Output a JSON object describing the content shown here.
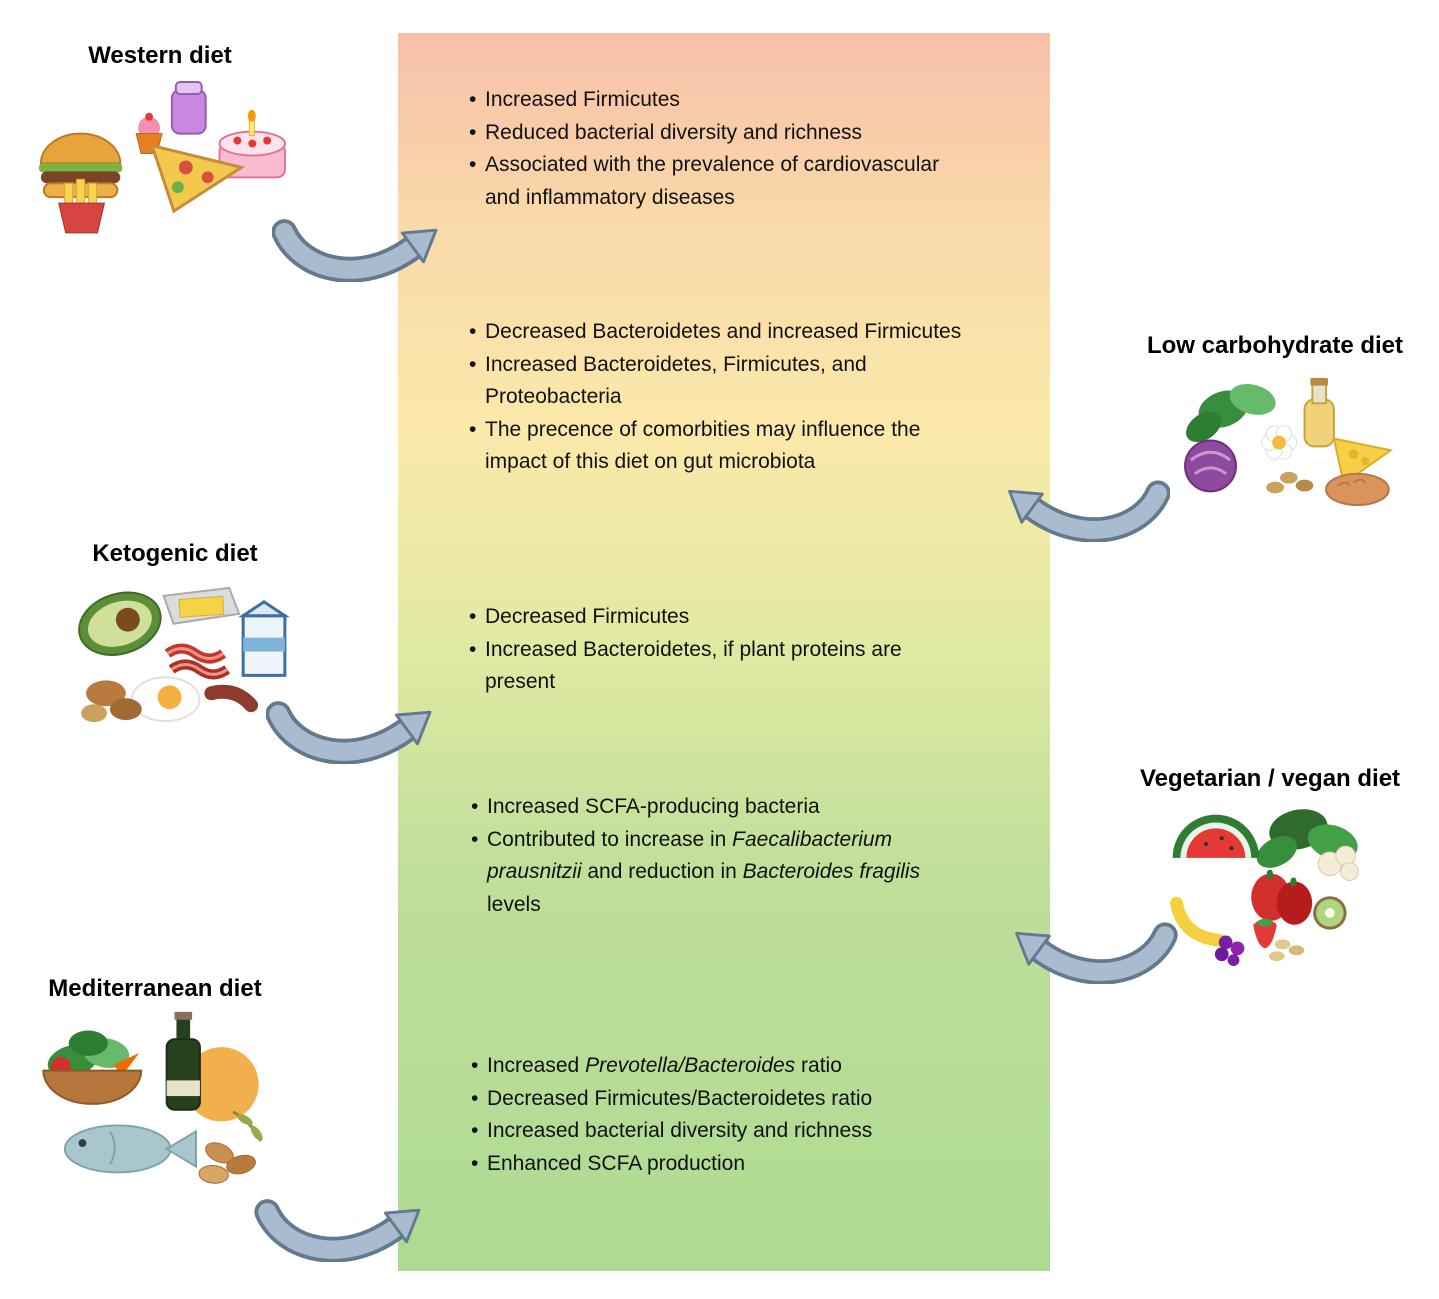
{
  "bullet_char": "•",
  "colors": {
    "panel-top": "#f7c0aa",
    "panel-warm": "#f9d9a9",
    "panel-yellow": "#fbe9aa",
    "panel-yellowgreen": "#e0e9a2",
    "panel-green": "#bfdf9a",
    "panel-deepgreen": "#aeda93",
    "arrow-fill": "#a9bccf",
    "arrow-edge": "#64788e",
    "text": "#111111"
  },
  "sections": [
    {
      "id": "western",
      "title": "Western diet",
      "bullets": [
        [
          {
            "t": "Increased Firmicutes"
          }
        ],
        [
          {
            "t": "Reduced bacterial diversity and richness"
          }
        ],
        [
          {
            "t": "Associated with the prevalence of cardiovascular and inflammatory diseases"
          }
        ]
      ]
    },
    {
      "id": "lowcarb",
      "title": "Low carbohydrate diet",
      "bullets": [
        [
          {
            "t": "Decreased Bacteroidetes and increased Firmicutes"
          }
        ],
        [
          {
            "t": "Increased Bacteroidetes, Firmicutes, and Proteobacteria"
          }
        ],
        [
          {
            "t": "The precence of comorbities may influence the impact of this diet on gut microbiota"
          }
        ]
      ]
    },
    {
      "id": "ketogenic",
      "title": "Ketogenic diet",
      "bullets": [
        [
          {
            "t": "Decreased Firmicutes"
          }
        ],
        [
          {
            "t": "Increased Bacteroidetes, if plant proteins are present"
          }
        ]
      ]
    },
    {
      "id": "vegetarian",
      "title": "Vegetarian / vegan diet",
      "bullets": [
        [
          {
            "t": "Increased SCFA-producing bacteria"
          }
        ],
        [
          {
            "t": "Contributed to increase in "
          },
          {
            "t": "Faecalibacterium prausnitzii",
            "i": true
          },
          {
            "t": " and reduction in "
          },
          {
            "t": "Bacteroides fragilis",
            "i": true
          },
          {
            "t": " levels"
          }
        ]
      ]
    },
    {
      "id": "mediterranean",
      "title": "Mediterranean diet",
      "bullets": [
        [
          {
            "t": "Increased "
          },
          {
            "t": "Prevotella/Bacteroides",
            "i": true
          },
          {
            "t": " ratio"
          }
        ],
        [
          {
            "t": "Decreased Firmicutes/Bacteroidetes ratio"
          }
        ],
        [
          {
            "t": "Increased bacterial diversity and richness"
          }
        ],
        [
          {
            "t": "Enhanced SCFA production"
          }
        ]
      ]
    }
  ]
}
